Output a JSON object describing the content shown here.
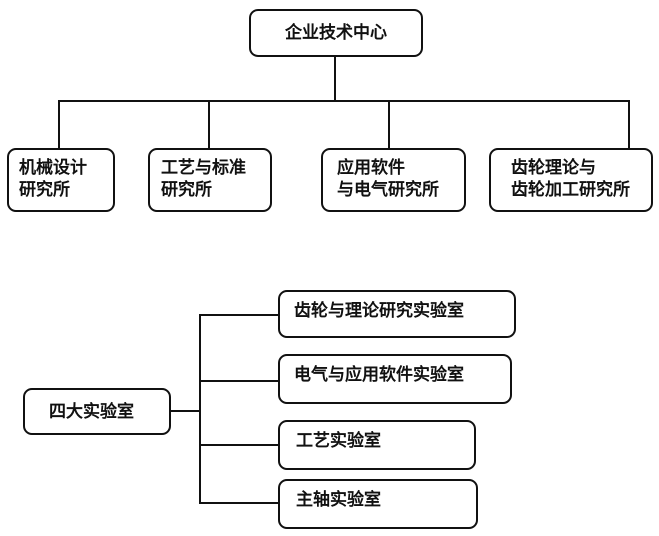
{
  "top": {
    "root": "企业技术中心",
    "children": [
      {
        "line1": "机械设计",
        "line2": "研究所"
      },
      {
        "line1": "工艺与标准",
        "line2": "研究所"
      },
      {
        "line1": "应用软件",
        "line2": "与电气研究所"
      },
      {
        "line1": "齿轮理论与",
        "line2": "齿轮加工研究所"
      }
    ]
  },
  "bottom": {
    "root": "四大实验室",
    "labs": [
      "齿轮与理论研究实验室",
      "电气与应用软件实验室",
      "工艺实验室",
      "主轴实验室"
    ]
  },
  "colors": {
    "stroke": "#111111",
    "background": "#ffffff"
  }
}
